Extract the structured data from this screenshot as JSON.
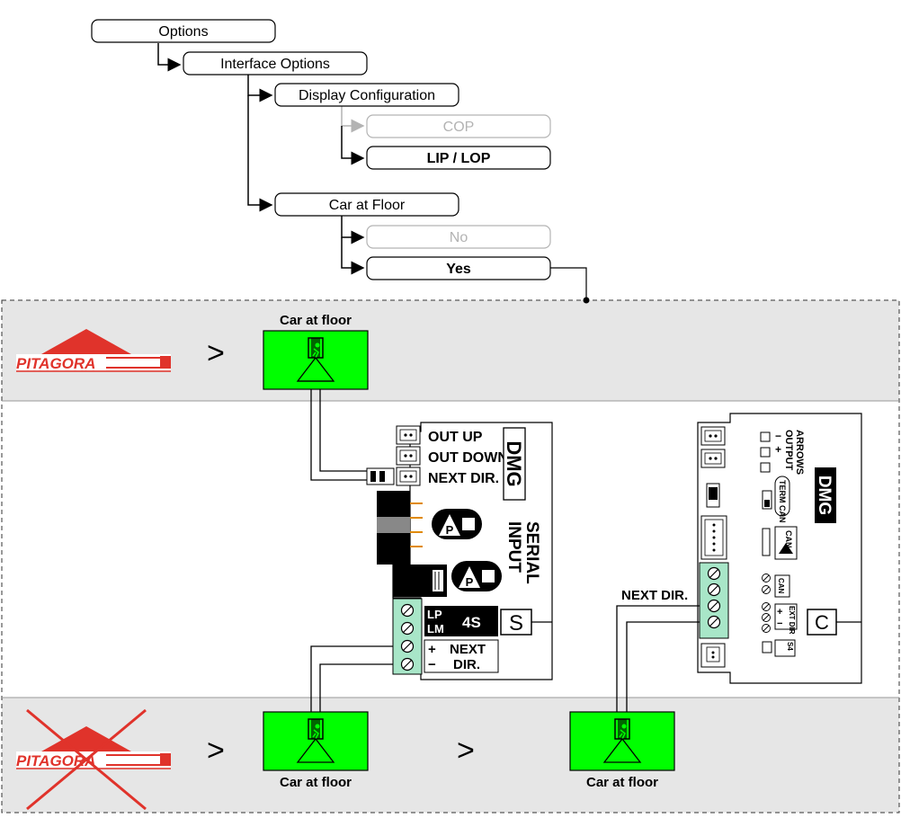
{
  "menu": {
    "options": "Options",
    "interface_options": "Interface Options",
    "display_configuration": "Display Configuration",
    "cop": "COP",
    "lip_lop": "LIP / LOP",
    "car_at_floor_menu": "Car at Floor",
    "no": "No",
    "yes": "Yes"
  },
  "brand": {
    "pitagora": "PITAGORA",
    "dmg": "DMG"
  },
  "labels": {
    "car_at_floor_top": "Car at floor",
    "car_at_floor_bottom_left": "Car at floor",
    "car_at_floor_bottom_right": "Car at floor",
    "next_dir": "NEXT DIR."
  },
  "board_left": {
    "out_up": "OUT UP",
    "out_down": "OUT DOWN",
    "next_dir": "NEXT DIR.",
    "serial": "SERIAL",
    "input": "INPUT",
    "lp": "LP",
    "lm": "LM",
    "four_s": "4S",
    "s": "S",
    "plus": "+",
    "minus": "−",
    "next": "NEXT",
    "dir": "DIR."
  },
  "board_right": {
    "arrows": "ARROWS",
    "output": "OUTPUT",
    "term_can": "TERM CAN",
    "can": "CAN",
    "can_l_h": "CAN",
    "ext_dir": "EXT DIR",
    "s4": "S4",
    "c": "C"
  },
  "colors": {
    "green": "#00ff00",
    "grey_band": "#e6e6e6",
    "terminal_green": "#a8e6c8",
    "pitagora_red": "#e0332b",
    "disabled": "#b3b3b3"
  }
}
